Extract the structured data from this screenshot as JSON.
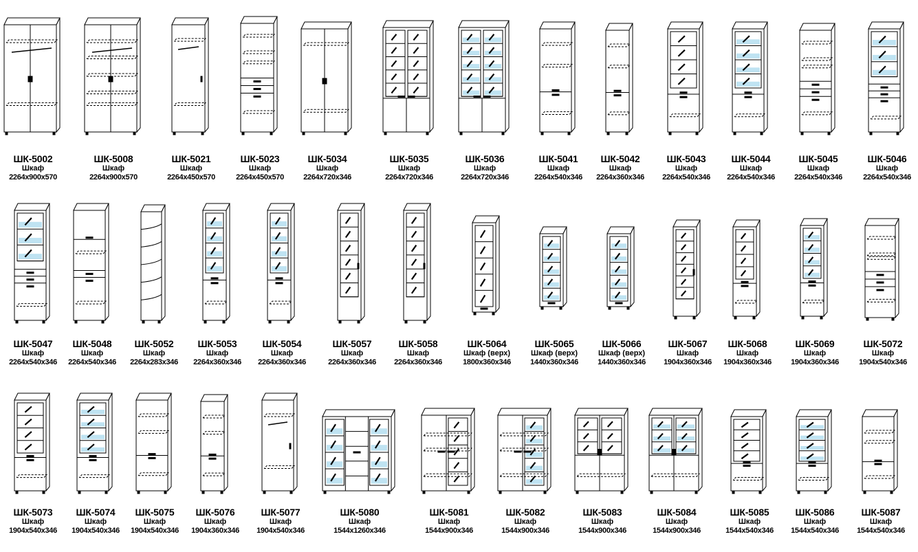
{
  "rows": [
    [
      {
        "code": "ШК-5002",
        "type": "Шкаф",
        "dims": "2264x900x570",
        "style": "wardrobe2"
      },
      {
        "code": "ШК-5008",
        "type": "Шкаф",
        "dims": "2264x900x570",
        "style": "wardrobe2shelves"
      },
      {
        "code": "ШК-5021",
        "type": "Шкаф",
        "dims": "2264x450x570",
        "style": "wardrobe1"
      },
      {
        "code": "ШК-5023",
        "type": "Шкаф",
        "dims": "2264x450x570",
        "style": "drawers"
      },
      {
        "code": "ШК-5034",
        "type": "Шкаф",
        "dims": "2264x720x346",
        "style": "solid2"
      },
      {
        "code": "ШК-5035",
        "type": "Шкаф",
        "dims": "2264x720x346",
        "style": "glass2"
      },
      {
        "code": "ШК-5036",
        "type": "Шкаф",
        "dims": "2264x720x346",
        "style": "glass2blue"
      },
      {
        "code": "ШК-5041",
        "type": "Шкаф",
        "dims": "2264x540x346",
        "style": "solid1"
      },
      {
        "code": "ШК-5042",
        "type": "Шкаф",
        "dims": "2264x360x346",
        "style": "solid1narrow"
      },
      {
        "code": "ШК-5043",
        "type": "Шкаф",
        "dims": "2264x540x346",
        "style": "glass1"
      },
      {
        "code": "ШК-5044",
        "type": "Шкаф",
        "dims": "2264x540x346",
        "style": "glass1blue"
      },
      {
        "code": "ШК-5045",
        "type": "Шкаф",
        "dims": "2264x540x346",
        "style": "drawers"
      },
      {
        "code": "ШК-5046",
        "type": "Шкаф",
        "dims": "2264x540x346",
        "style": "glassdrawers"
      }
    ],
    [
      {
        "code": "ШК-5047",
        "type": "Шкаф",
        "dims": "2264x540x346",
        "style": "glassdrawers"
      },
      {
        "code": "ШК-5048",
        "type": "Шкаф",
        "dims": "2264x540x346",
        "style": "opendrawers"
      },
      {
        "code": "ШК-5052",
        "type": "Шкаф",
        "dims": "2264x283x346",
        "style": "corner"
      },
      {
        "code": "ШК-5053",
        "type": "Шкаф",
        "dims": "2264x360x346",
        "style": "glass1blue"
      },
      {
        "code": "ШК-5054",
        "type": "Шкаф",
        "dims": "2264x360x346",
        "style": "glass1blue"
      },
      {
        "code": "ШК-5057",
        "type": "Шкаф",
        "dims": "2264x360x346",
        "style": "glassfull"
      },
      {
        "code": "ШК-5058",
        "type": "Шкаф",
        "dims": "2264x360x346",
        "style": "glassfull"
      },
      {
        "code": "ШК-5064",
        "type": "Шкаф (верх)",
        "dims": "1800x360x346",
        "style": "topglass"
      },
      {
        "code": "ШК-5065",
        "type": "Шкаф (верх)",
        "dims": "1440x360x346",
        "style": "topglassblue"
      },
      {
        "code": "ШК-5066",
        "type": "Шкаф (верх)",
        "dims": "1440x360x346",
        "style": "topglassblue"
      },
      {
        "code": "ШК-5067",
        "type": "Шкаф",
        "dims": "1904x360x346",
        "style": "glassfull"
      },
      {
        "code": "ШК-5068",
        "type": "Шкаф",
        "dims": "1904x360x346",
        "style": "glass1"
      },
      {
        "code": "ШК-5069",
        "type": "Шкаф",
        "dims": "1904x360x346",
        "style": "glass1blue"
      },
      {
        "code": "ШК-5072",
        "type": "Шкаф",
        "dims": "1904x540x346",
        "style": "drawers"
      }
    ],
    [
      {
        "code": "ШК-5073",
        "type": "Шкаф",
        "dims": "1904x540x346",
        "style": "glass1"
      },
      {
        "code": "ШК-5074",
        "type": "Шкаф",
        "dims": "1904x540x346",
        "style": "glass1blue"
      },
      {
        "code": "ШК-5075",
        "type": "Шкаф",
        "dims": "1904x540x346",
        "style": "solid1"
      },
      {
        "code": "ШК-5076",
        "type": "Шкаф",
        "dims": "1904x360x346",
        "style": "solid1narrow"
      },
      {
        "code": "ШК-5077",
        "type": "Шкаф",
        "dims": "1904x540x346",
        "style": "wardrobe1"
      },
      {
        "code": "ШК-5080",
        "type": "Шкаф",
        "dims": "1544x1260x346",
        "style": "wide3"
      },
      {
        "code": "ШК-5081",
        "type": "Шкаф",
        "dims": "1544x900x346",
        "style": "wide2glass"
      },
      {
        "code": "ШК-5082",
        "type": "Шкаф",
        "dims": "1544x900x346",
        "style": "wide2glassblue"
      },
      {
        "code": "ШК-5083",
        "type": "Шкаф",
        "dims": "1544x900x346",
        "style": "wide2top"
      },
      {
        "code": "ШК-5084",
        "type": "Шкаф",
        "dims": "1544x900x346",
        "style": "wide2topblue"
      },
      {
        "code": "ШК-5085",
        "type": "Шкаф",
        "dims": "1544x540x346",
        "style": "glass1"
      },
      {
        "code": "ШК-5086",
        "type": "Шкаф",
        "dims": "1544x540x346",
        "style": "glass1blue"
      },
      {
        "code": "ШК-5087",
        "type": "Шкаф",
        "dims": "1544x540x346",
        "style": "solid1"
      }
    ]
  ],
  "colors": {
    "line": "#000000",
    "glass": "#bfe3f2",
    "body": "#ffffff"
  }
}
